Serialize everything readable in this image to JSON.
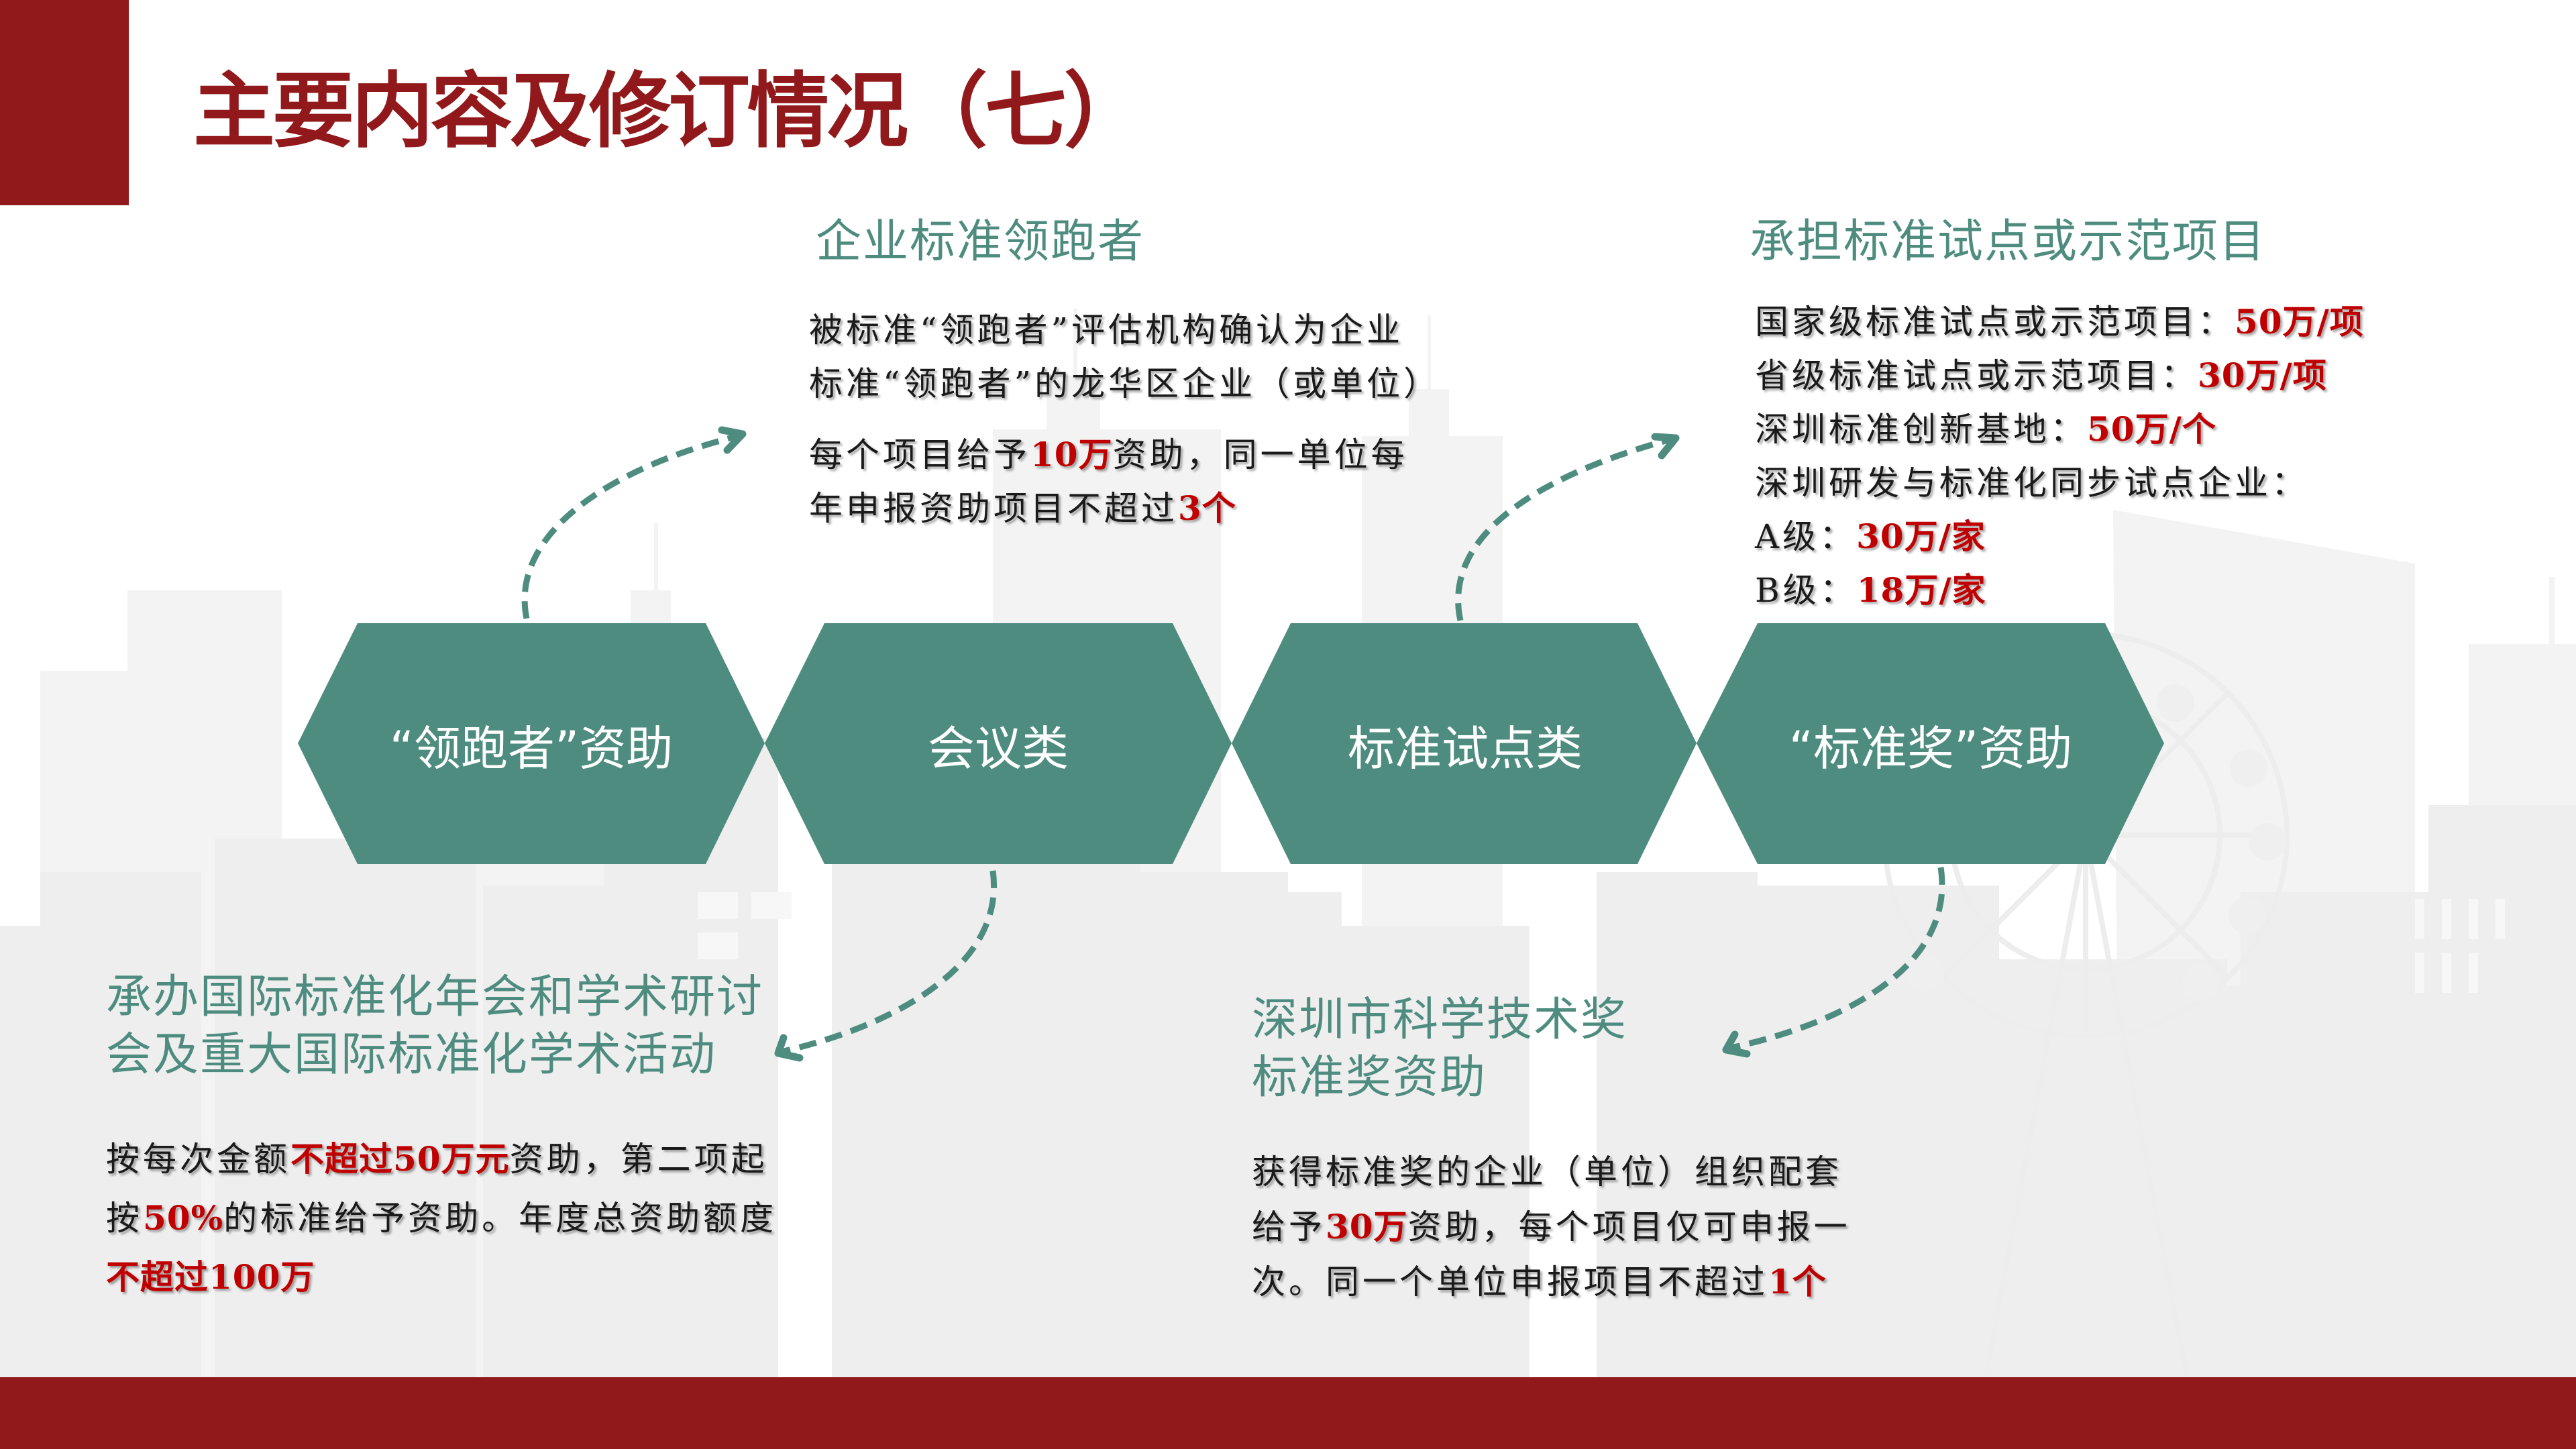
{
  "slide": {
    "title": "主要内容及修订情况（七）",
    "colors": {
      "brand_red": "#92191B",
      "teal": "#4E8C7F",
      "highlight_red": "#C00000",
      "body_text": "#1a1a1a"
    }
  },
  "process": {
    "steps": [
      {
        "label": "“领跑者”资助"
      },
      {
        "label": "会议类"
      },
      {
        "label": "标准试点类"
      },
      {
        "label": "“标准奖”资助"
      }
    ]
  },
  "callouts": {
    "leader": {
      "heading": "企业标准领跑者",
      "lines": [
        [
          {
            "t": "被标准“领跑者”评估机构确认为企业"
          }
        ],
        [
          {
            "t": "标准“领跑者”的龙华区企业（或单位）"
          }
        ],
        [
          {
            "t": "每个项目给予"
          },
          {
            "t": "10万",
            "hl": true
          },
          {
            "t": "资助，同一单位每"
          }
        ],
        [
          {
            "t": "年申报资助项目不超过"
          },
          {
            "t": "3个",
            "hl": true
          }
        ]
      ]
    },
    "pilot": {
      "heading": "承担标准试点或示范项目",
      "lines": [
        [
          {
            "t": "国家级标准试点或示范项目："
          },
          {
            "t": "50万/项",
            "hl": true
          }
        ],
        [
          {
            "t": "省级标准试点或示范项目："
          },
          {
            "t": "30万/项",
            "hl": true
          }
        ],
        [
          {
            "t": "深圳标准创新基地："
          },
          {
            "t": "50万/个",
            "hl": true
          }
        ],
        [
          {
            "t": "深圳研发与标准化同步试点企业："
          }
        ],
        [
          {
            "t": "A级："
          },
          {
            "t": "30万/家",
            "hl": true
          }
        ],
        [
          {
            "t": "B级："
          },
          {
            "t": "18万/家",
            "hl": true
          }
        ]
      ]
    },
    "conference": {
      "heading_lines": [
        "承办国际标准化年会和学术研讨",
        "会及重大国际标准化学术活动"
      ],
      "lines": [
        [
          {
            "t": "按每次金额"
          },
          {
            "t": "不超过50万元",
            "hl": true
          },
          {
            "t": "资助，第二项起"
          }
        ],
        [
          {
            "t": "按"
          },
          {
            "t": "50%",
            "hl": true
          },
          {
            "t": "的标准给予资助。年度总资助额度"
          }
        ],
        [
          {
            "t": "不超过100万",
            "hl": true
          }
        ]
      ]
    },
    "award": {
      "heading_lines": [
        "深圳市科学技术奖",
        "标准奖资助"
      ],
      "lines": [
        [
          {
            "t": "获得标准奖的企业（单位）组织配套"
          }
        ],
        [
          {
            "t": "给予"
          },
          {
            "t": "30万",
            "hl": true
          },
          {
            "t": "资助，每个项目仅可申报一"
          }
        ],
        [
          {
            "t": "次。同一个单位申报项目不超过"
          },
          {
            "t": "1个",
            "hl": true
          }
        ]
      ]
    }
  }
}
